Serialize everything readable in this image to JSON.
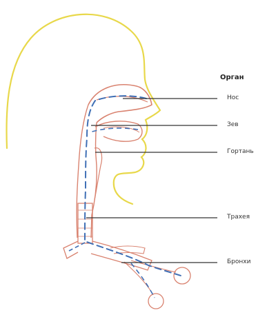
{
  "diagram": {
    "column_heading": "Орган",
    "labels": {
      "nose": "Нос",
      "pharynx": "Зев",
      "larynx": "Гортань",
      "trachea": "Трахея",
      "bronchi": "Бронхи"
    }
  },
  "colors": {
    "head_outline": "#e8d84a",
    "airway_outline": "#d9826f",
    "airflow_path": "#3f6fb5",
    "leader_line": "#333333",
    "background": "#ffffff"
  }
}
